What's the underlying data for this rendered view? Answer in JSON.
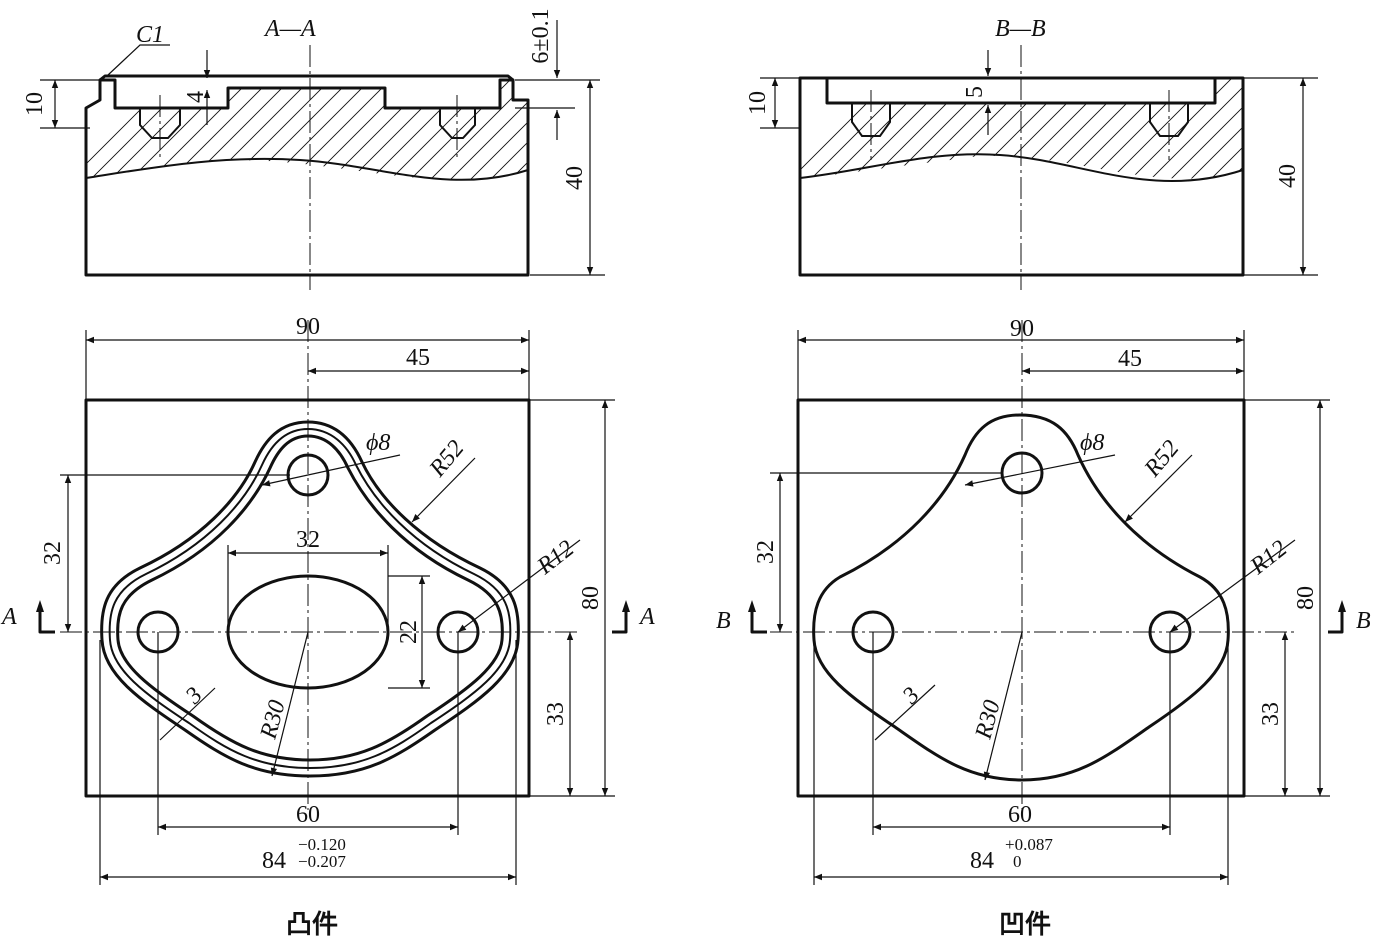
{
  "left_part": {
    "caption": "凸件",
    "section": {
      "title": "A—A",
      "chamfer": "C1",
      "dim_10": "10",
      "dim_4": "4",
      "dim_6": "6±0.1",
      "dim_40": "40"
    },
    "plan": {
      "dim_90": "90",
      "dim_45": "45",
      "dim_phi8": "ϕ8",
      "dim_R52": "R52",
      "dim_32_top": "32",
      "dim_32_v": "32",
      "dim_R12": "R12",
      "dim_22": "22",
      "dim_80": "80",
      "dim_3": "3",
      "dim_R30": "R30",
      "dim_33": "33",
      "dim_60": "60",
      "dim_84": "84",
      "tol_upper": "−0.120",
      "tol_lower": "−0.207",
      "mark_left": "A",
      "mark_right": "A"
    }
  },
  "right_part": {
    "caption": "凹件",
    "section": {
      "title": "B—B",
      "dim_10": "10",
      "dim_5": "5",
      "dim_40": "40"
    },
    "plan": {
      "dim_90": "90",
      "dim_45": "45",
      "dim_phi8": "ϕ8",
      "dim_R52": "R52",
      "dim_32_v": "32",
      "dim_R12": "R12",
      "dim_80": "80",
      "dim_3": "3",
      "dim_R30": "R30",
      "dim_33": "33",
      "dim_60": "60",
      "dim_84": "84",
      "tol_upper": "+0.087",
      "tol_lower": "0",
      "mark_left": "B",
      "mark_right": "B"
    }
  }
}
